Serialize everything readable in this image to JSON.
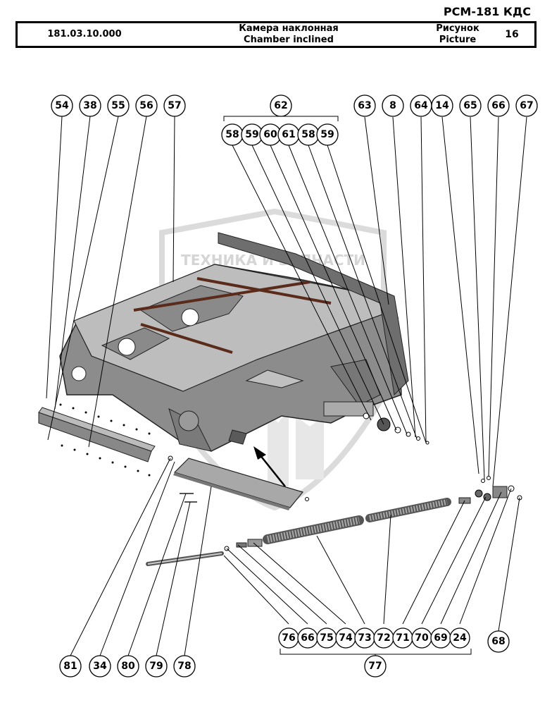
{
  "header": {
    "model": "РСМ-181 КДС",
    "part_number": "181.03.10.000",
    "title_ru": "Камера наклонная",
    "title_en": "Chamber inclined",
    "figure_ru": "Рисунок",
    "figure_en": "Picture",
    "figure_number": "16"
  },
  "watermark": {
    "text": "ТЕХНИКА И ЗАПЧАСТИ"
  },
  "callouts": {
    "c54": "54",
    "c38": "38",
    "c55": "55",
    "c56": "56",
    "c57": "57",
    "c62": "62",
    "c58a": "58",
    "c59a": "59",
    "c60": "60",
    "c61": "61",
    "c58b": "58",
    "c59b": "59",
    "c63": "63",
    "c8": "8",
    "c64": "64",
    "c14": "14",
    "c65": "65",
    "c66a": "66",
    "c67": "67",
    "c76": "76",
    "c66b": "66",
    "c75": "75",
    "c74": "74",
    "c73": "73",
    "c72": "72",
    "c71": "71",
    "c70": "70",
    "c69": "69",
    "c24": "24",
    "c68": "68",
    "c81": "81",
    "c34": "34",
    "c80": "80",
    "c79": "79",
    "c78": "78",
    "c77": "77"
  }
}
